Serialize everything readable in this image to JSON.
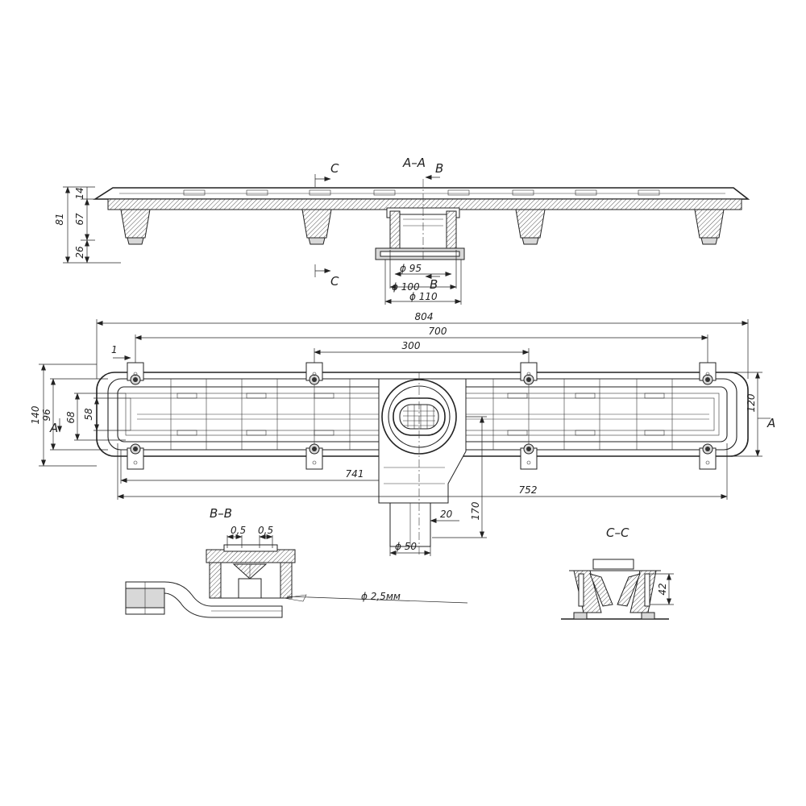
{
  "sections": {
    "aa": "A–A",
    "bb": "B–B",
    "cc": "C–C",
    "b_top": "B",
    "b_bottom": "B",
    "c_top": "C",
    "c_bottom": "C",
    "a_left": "A",
    "a_right": "A"
  },
  "side_view": {
    "dim_total": "81",
    "dim_top": "14",
    "dim_mid": "67",
    "dim_bottom": "26",
    "phi95": "ϕ 95",
    "phi100": "ϕ 100",
    "phi110": "ϕ 110"
  },
  "plan_view": {
    "dim_804": "804",
    "dim_700": "700",
    "dim_300": "300",
    "dim_1": "1",
    "dim_140": "140",
    "dim_96": "96",
    "dim_68": "68",
    "dim_58": "58",
    "dim_120": "120",
    "dim_741": "741",
    "dim_752": "752",
    "dim_170": "170",
    "dim_20": "20",
    "phi50": "ϕ 50"
  },
  "section_bb": {
    "dim_a": "0,5",
    "dim_b": "0,5",
    "phi25": "ϕ 2,5мм"
  },
  "section_cc": {
    "dim_42": "42"
  }
}
